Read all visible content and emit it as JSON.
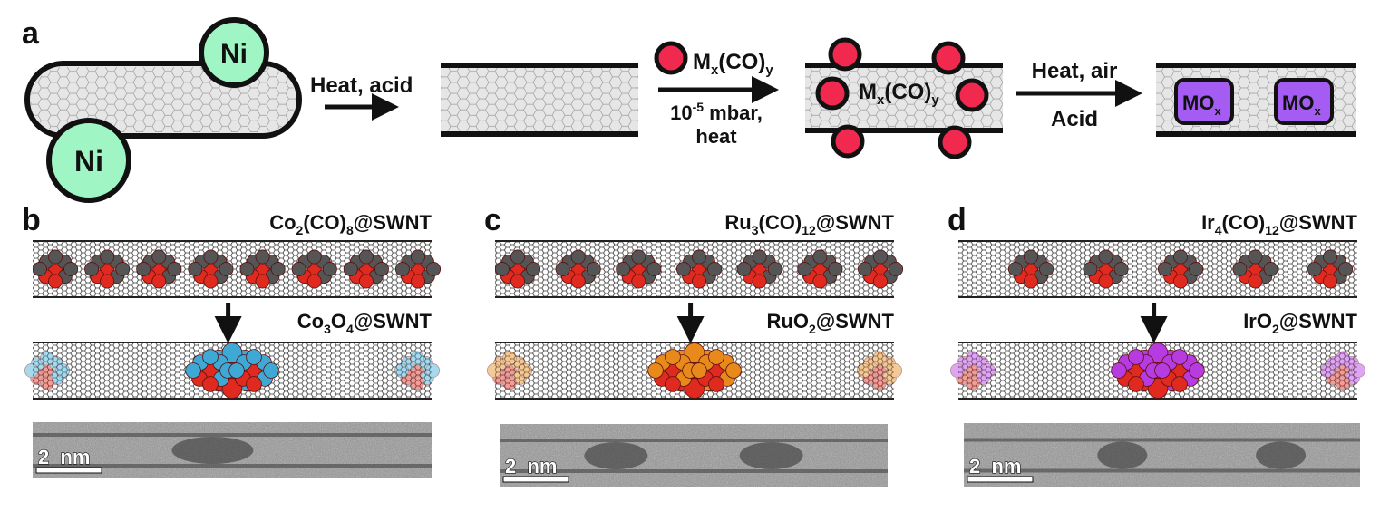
{
  "panel_a": {
    "letter": "a",
    "catalyst_label": "Ni",
    "step1": "Heat, acid",
    "reagent_main": "M",
    "reagent_sub1": "x",
    "reagent_mid": "(CO)",
    "reagent_sub2": "y",
    "cond_base": "10",
    "cond_sup": "-5",
    "cond_rest": " mbar,",
    "cond_line2": "heat",
    "inside_main": "M",
    "inside_sub1": "x",
    "inside_mid": "(CO)",
    "inside_sub2": "y",
    "step3_line1": "Heat, air",
    "step3_line2": "Acid",
    "product_main": "MO",
    "product_sub": "x"
  },
  "panels": [
    {
      "letter": "b",
      "top": {
        "p1": "Co",
        "s1": "2",
        "p2": "(CO)",
        "s2": "8",
        "p3": "@SWNT"
      },
      "bottom": {
        "p1": "Co",
        "s1": "3",
        "p2": "O",
        "s2": "4",
        "p3": "@SWNT"
      },
      "scale_label": "2  nm",
      "oxide_color": "#3fa9d6",
      "carbonyl_count": 8
    },
    {
      "letter": "c",
      "top": {
        "p1": "Ru",
        "s1": "3",
        "p2": "(CO)",
        "s2": "12",
        "p3": "@SWNT"
      },
      "bottom": {
        "p1": "RuO",
        "s1": "2",
        "p2": "@SWNT",
        "s2": "",
        "p3": ""
      },
      "scale_label": "2  nm",
      "oxide_color": "#e8891c",
      "carbonyl_count": 7
    },
    {
      "letter": "d",
      "top": {
        "p1": "Ir",
        "s1": "4",
        "p2": "(CO)",
        "s2": "12",
        "p3": "@SWNT"
      },
      "bottom": {
        "p1": "IrO",
        "s1": "2",
        "p2": "@SWNT",
        "s2": "",
        "p3": ""
      },
      "scale_label": "2  nm",
      "oxide_color": "#b63be0",
      "carbonyl_count": 5
    }
  ],
  "colors": {
    "ni": "#9ff5c4",
    "carbonyl": "#f2294e",
    "oxide_box": "#a45cf2",
    "tube_fill": "#e6e6e6",
    "red_oxygen": "#e02a1f"
  }
}
